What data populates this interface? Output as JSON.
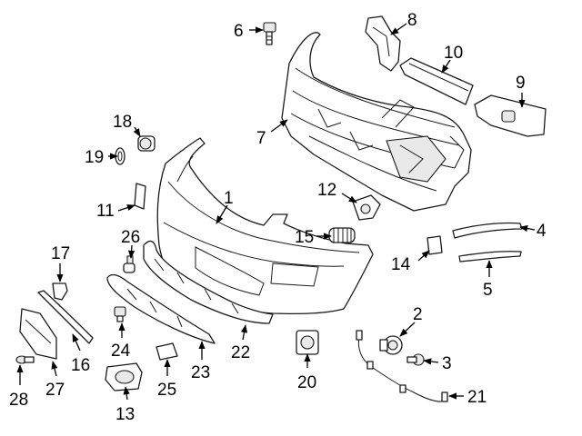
{
  "colors": {
    "background": "#ffffff",
    "line": "#1a1a1a",
    "fill_light": "#e9e9e9"
  },
  "callouts": [
    "1",
    "2",
    "3",
    "4",
    "5",
    "6",
    "7",
    "8",
    "9",
    "10",
    "11",
    "12",
    "13",
    "14",
    "15",
    "16",
    "17",
    "18",
    "19",
    "20",
    "21",
    "22",
    "23",
    "24",
    "25",
    "26",
    "27",
    "28"
  ]
}
